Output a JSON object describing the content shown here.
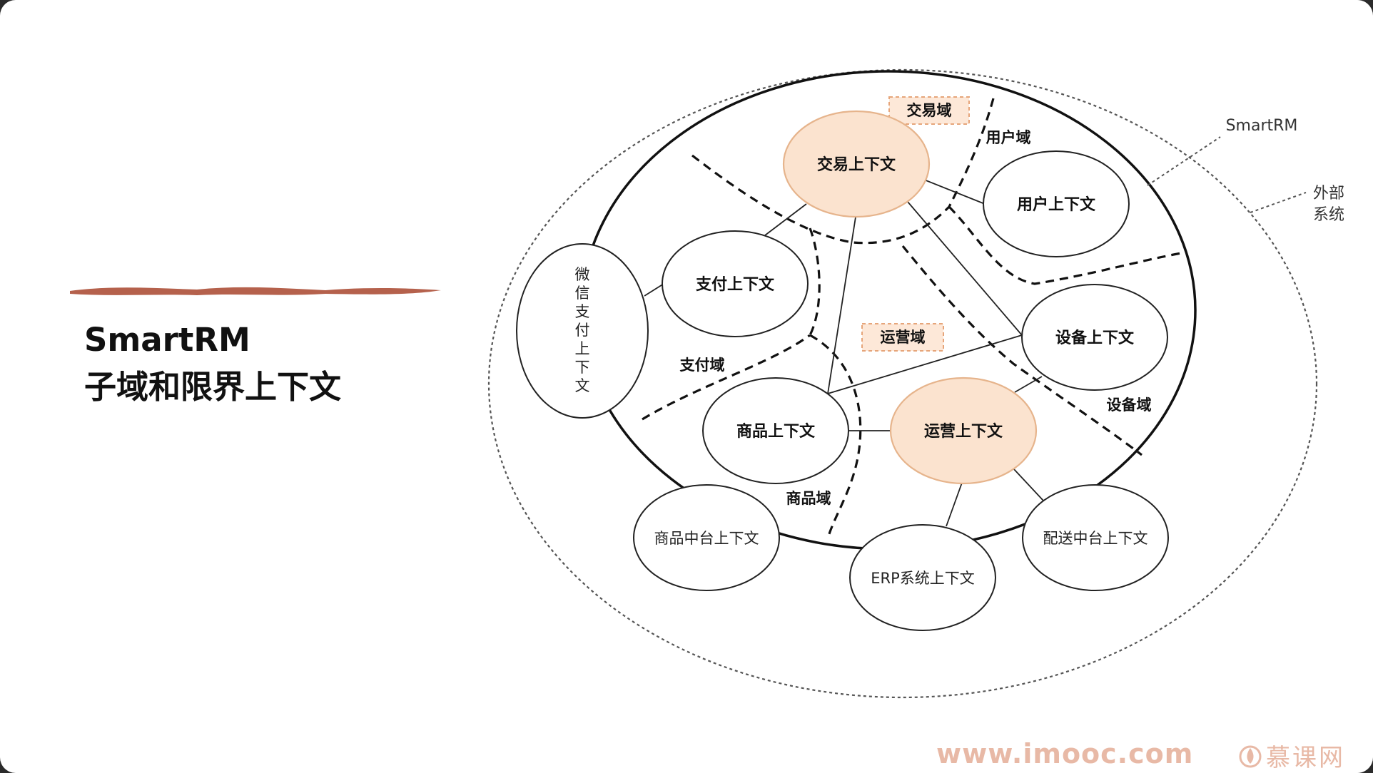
{
  "title": {
    "line1": "SmartRM",
    "line2": "子域和限界上下文"
  },
  "diagram": {
    "outer_labels": {
      "smartrm": "SmartRM",
      "external_line1": "外部",
      "external_line2": "系统"
    },
    "domains": {
      "trade": "交易域",
      "user": "用户域",
      "payment": "支付域",
      "operation": "运营域",
      "device": "设备域",
      "product": "商品域"
    },
    "contexts": {
      "trade": "交易上下文",
      "user": "用户上下文",
      "payment": "支付上下文",
      "device": "设备上下文",
      "product": "商品上下文",
      "operation": "运营上下文"
    },
    "external_contexts": {
      "wechat_pay": [
        "微",
        "信",
        "支",
        "付",
        "上",
        "下",
        "文"
      ],
      "product_platform": "商品中台上下文",
      "erp": "ERP系统上下文",
      "delivery_platform": "配送中台上下文"
    },
    "colors": {
      "core_fill": "#fbe3cf",
      "core_stroke": "#e6b48c",
      "domain_tag_fill": "#fde8d8",
      "domain_tag_stroke": "#e6a57a",
      "brush": "#b5614c"
    }
  },
  "footer": {
    "url": "www.imooc.com",
    "brand": "慕课网",
    "logo_icon": "flame-icon"
  }
}
